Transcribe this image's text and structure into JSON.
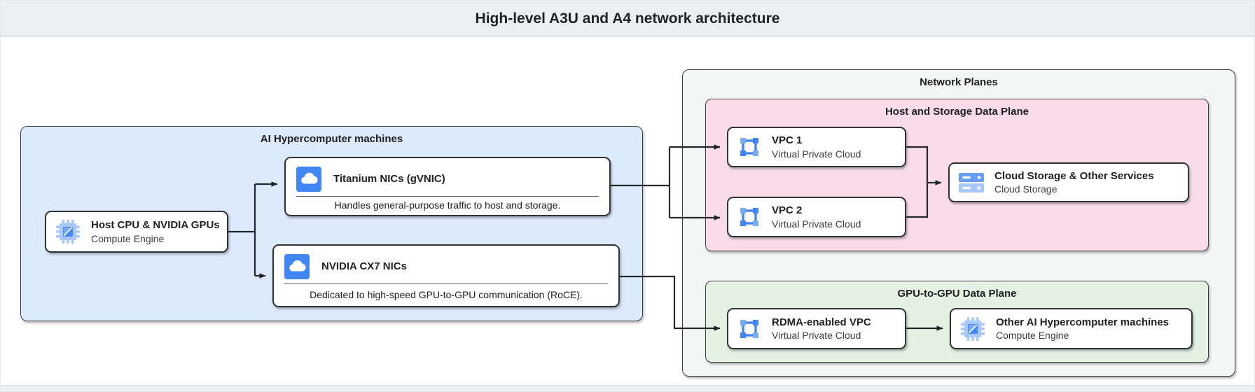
{
  "header": {
    "title": "High-level A3U and A4 network architecture"
  },
  "colors": {
    "header_bg": "#eceff1",
    "machines_bg": "#ddeafb",
    "planes_bg": "#f4f5f5",
    "host_storage_plane_bg": "#f9dce8",
    "gpu_plane_bg": "#e4f2e3",
    "icon_blue": "#4285f4",
    "icon_blue_light": "#a8c7fa",
    "icon_blue_mid": "#669df6",
    "wire": "#26292c"
  },
  "machines": {
    "title": "AI Hypercomputer machines",
    "host": {
      "title": "Host CPU & NVIDIA GPUs",
      "subtitle": "Compute Engine",
      "icon": "compute-engine-chip-icon"
    },
    "titanium_nic": {
      "title": "Titanium NICs (gVNIC)",
      "description": "Handles general-purpose traffic to host and storage.",
      "icon": "cloud-nic-icon"
    },
    "cx7_nic": {
      "title": "NVIDIA CX7 NICs",
      "description": "Dedicated to high-speed GPU-to-GPU communication (RoCE).",
      "icon": "cloud-nic-icon"
    }
  },
  "network_planes": {
    "title": "Network Planes",
    "host_storage_plane": {
      "title": "Host and Storage Data Plane",
      "vpc1": {
        "title": "VPC 1",
        "subtitle": "Virtual Private Cloud",
        "icon": "vpc-icon"
      },
      "vpc2": {
        "title": "VPC 2",
        "subtitle": "Virtual Private Cloud",
        "icon": "vpc-icon"
      },
      "storage": {
        "title": "Cloud Storage & Other Services",
        "subtitle": "Cloud Storage",
        "icon": "cloud-storage-icon"
      }
    },
    "gpu_plane": {
      "title": "GPU-to-GPU Data Plane",
      "rdma_vpc": {
        "title": "RDMA-enabled VPC",
        "subtitle": "Virtual Private Cloud",
        "icon": "vpc-icon"
      },
      "other_machines": {
        "title": "Other AI Hypercomputer machines",
        "subtitle": "Compute Engine",
        "icon": "compute-engine-chip-icon"
      }
    }
  }
}
